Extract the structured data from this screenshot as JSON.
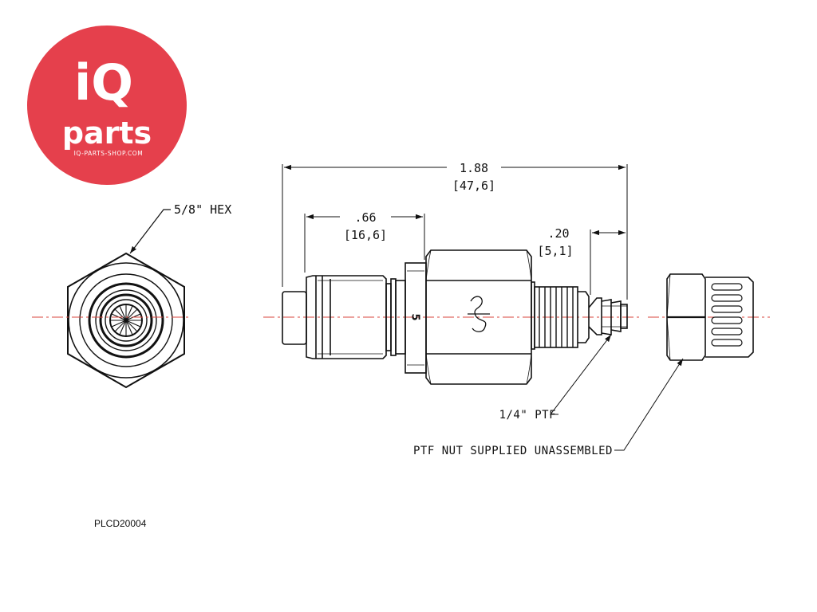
{
  "logo": {
    "brand_top": "iQ",
    "brand_bottom": "parts",
    "website": "IQ-PARTS-SHOP.COM",
    "brand_color": "#E5404C"
  },
  "drawing": {
    "hex_label": "5/8\" HEX",
    "overall_length": {
      "inch": "1.88",
      "mm": "[47,6]"
    },
    "body_length": {
      "inch": ".66",
      "mm": "[16,6]"
    },
    "barb_length": {
      "inch": ".20",
      "mm": "[5,1]"
    },
    "thread_label": "1/4\" PTF",
    "nut_note": "PTF NUT SUPPLIED UNASSEMBLED",
    "body_marking": "5",
    "centerline_color": "#D9463E"
  },
  "part_number": "PLCD20004"
}
